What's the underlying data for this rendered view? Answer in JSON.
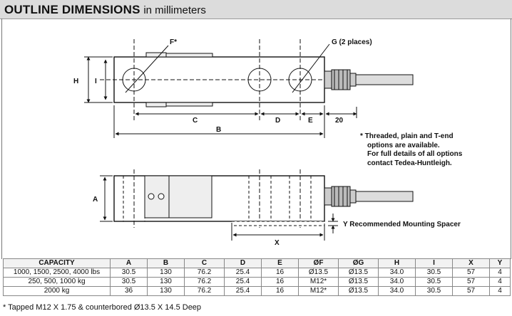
{
  "header": {
    "title_bold": "OUTLINE DIMENSIONS",
    "title_rest": "in millimeters"
  },
  "drawing": {
    "labels": {
      "F": "F*",
      "G": "G (2 places)",
      "H": "H",
      "I": "I",
      "C": "C",
      "D": "D",
      "E": "E",
      "twenty": "20",
      "B": "B",
      "A": "A",
      "X": "X",
      "Y": "Y Recommended Mounting Spacer"
    },
    "note": [
      "* Threaded, plain and T-end",
      "options are available.",
      "For full details of all options",
      "contact Tedea-Huntleigh."
    ]
  },
  "table": {
    "headers": [
      "CAPACITY",
      "A",
      "B",
      "C",
      "D",
      "E",
      "ØF",
      "ØG",
      "H",
      "I",
      "X",
      "Y"
    ],
    "rows": [
      [
        "1000, 1500, 2500, 4000 lbs",
        "30.5",
        "130",
        "76.2",
        "25.4",
        "16",
        "Ø13.5",
        "Ø13.5",
        "34.0",
        "30.5",
        "57",
        "4"
      ],
      [
        "250, 500, 1000 kg",
        "30.5",
        "130",
        "76.2",
        "25.4",
        "16",
        "M12*",
        "Ø13.5",
        "34.0",
        "30.5",
        "57",
        "4"
      ],
      [
        "2000 kg",
        "36",
        "130",
        "76.2",
        "25.4",
        "16",
        "M12*",
        "Ø13.5",
        "34.0",
        "30.5",
        "57",
        "4"
      ]
    ]
  },
  "footnote": "* Tapped M12 X 1.75 & counterbored Ø13.5 X 14.5 Deep"
}
